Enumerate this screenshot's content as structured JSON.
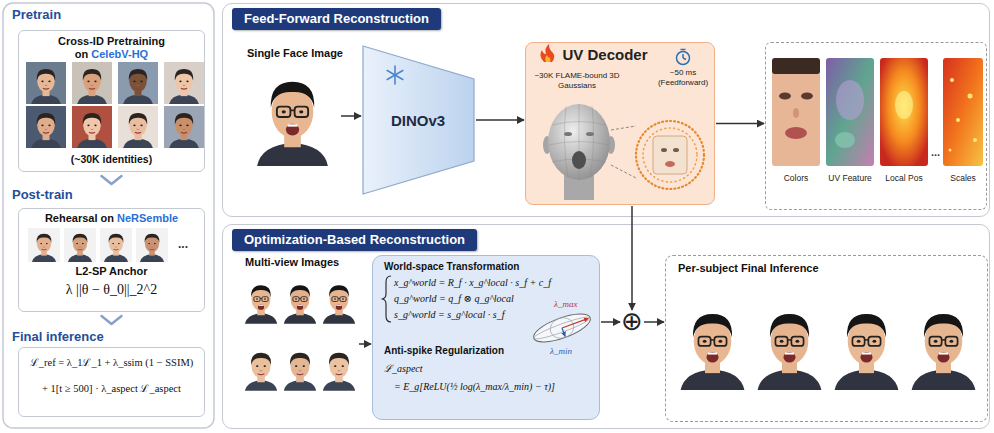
{
  "diagram": {
    "nodes": [
      {
        "text": [
          "Pretrain",
          "Cross-ID Pretraining",
          "on",
          "CelebV-HQ",
          "(~30K identities)"
        ]
      },
      {
        "text": [
          "Post-train",
          "Rehearsal on",
          "NeRSemble",
          "...",
          "L2-SP Anchor",
          "λ ||θ − θ_0||_2^2"
        ]
      },
      {
        "text": [
          "Final inference",
          "ℒ_ref = λ_1ℒ_1 + λ_ssim (1 − SSIM)",
          "+ 1[t ≥ 500] · λ_aspect ℒ_aspect"
        ]
      },
      {
        "text": [
          "Feed-Forward Reconstruction"
        ]
      },
      {
        "text": [
          "Single Face Image"
        ],
        "in": 3
      },
      {
        "text": [
          "DINOv3"
        ],
        "in": 3
      },
      {
        "text": [
          "UV Decoder",
          "~30K FLAME-bound 3D Gaussians",
          "~50 ms",
          "(Feedforward)"
        ],
        "in": 3
      },
      {
        "text": [
          "Colors",
          "UV Feature",
          "Local Pos",
          "...",
          "Scales"
        ],
        "in": 3
      },
      {
        "text": [
          "Optimization-Based Reconstruction"
        ]
      },
      {
        "text": [
          "Multi-view Images"
        ],
        "in": 8
      },
      {
        "text": [
          "World-space Transformation",
          "x_g^world = R_f · x_g^local · s_f + c_f",
          "q_g^world = q_f ⊗ q_g^local",
          "s_g^world = s_g^local · s_f",
          "λ_max",
          "λ_min",
          "Anti-spike Regularization",
          "ℒ_aspect",
          "= E_g[ReLU(½ log(λ_max/λ_min) − τ)]"
        ],
        "in": 8
      },
      {
        "text": [
          "⊕"
        ],
        "in": 8
      },
      {
        "text": [
          "Per-subject Final Inference"
        ],
        "in": 8
      }
    ],
    "edges": [
      {
        "from": 0,
        "to": 1,
        "arrow": "to"
      },
      {
        "from": 1,
        "to": 2,
        "arrow": "to"
      },
      {
        "from": 4,
        "to": 5,
        "arrow": "to"
      },
      {
        "from": 5,
        "to": 6,
        "arrow": "to"
      },
      {
        "from": 6,
        "to": 7,
        "arrow": "to"
      },
      {
        "from": 9,
        "to": 10,
        "arrow": "to"
      },
      {
        "from": 10,
        "to": 11,
        "arrow": "to"
      },
      {
        "from": 6,
        "to": 11,
        "arrow": "to"
      },
      {
        "from": 11,
        "to": 12,
        "arrow": "to"
      }
    ]
  }
}
